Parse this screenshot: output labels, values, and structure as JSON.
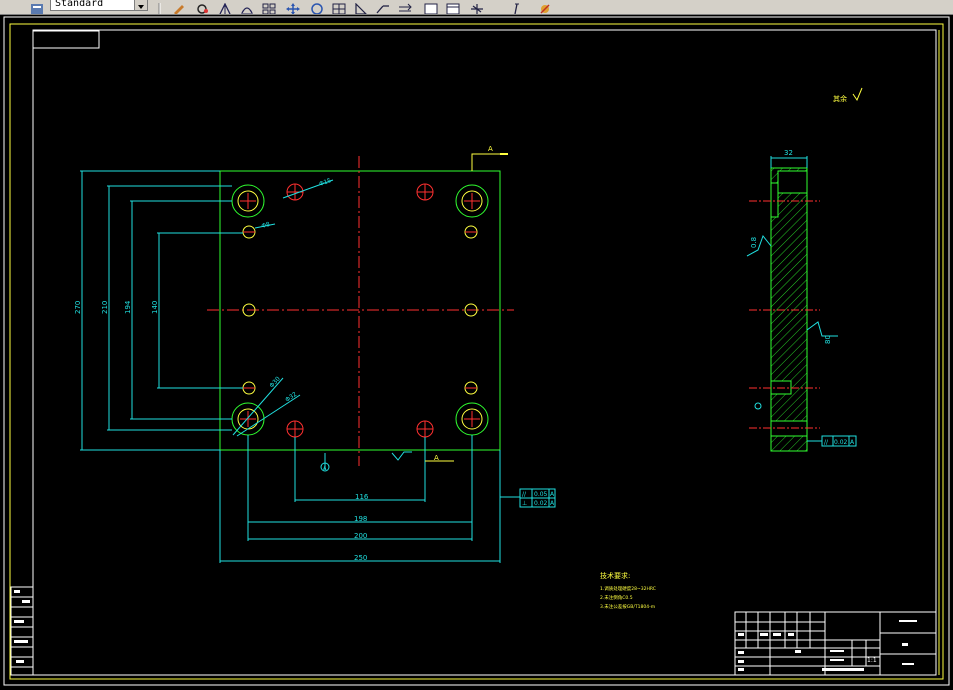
{
  "toolbar": {
    "text_style": "Standard",
    "icons": [
      "text-style-icon",
      "edit-pen-icon",
      "hatch-icon",
      "dim-linear-icon",
      "dim-aligned-icon",
      "block-icon",
      "move-icon",
      "circle-icon",
      "table-icon",
      "dim-angular-icon",
      "multileader-icon",
      "multileader-align-icon",
      "rectangle-icon",
      "rectangle2-icon",
      "tolerance-icon",
      "leader-icon",
      "purge-icon"
    ]
  },
  "drawing": {
    "dims": {
      "d250": "250",
      "d200": "200",
      "d198": "198",
      "d116": "116",
      "d140": "140",
      "d194": "194",
      "d210": "210",
      "d270": "270",
      "d32": "32",
      "phi15": "Φ15",
      "phi8": "Φ8",
      "phi30": "Φ30",
      "phi32": "Φ32",
      "r08": "0.8",
      "r80": "80"
    },
    "section_labels": {
      "a_top": "A",
      "a_mid": "A"
    },
    "tolerances": [
      {
        "symbol": "//",
        "value": "0.05",
        "datum": "A"
      },
      {
        "symbol": "⊥",
        "value": "0.02",
        "datum": "A"
      },
      {
        "symbol": "//",
        "value": "0.02",
        "datum": "A"
      }
    ],
    "roughness_note": "其余",
    "tech_req": {
      "title": "技术要求:",
      "lines": [
        "1.调质处理硬度28~32HRC",
        "2.未注倒角C0.5",
        "3.未注公差按GB/T1804-m"
      ]
    },
    "title_block": {
      "scale": "1:1"
    }
  }
}
